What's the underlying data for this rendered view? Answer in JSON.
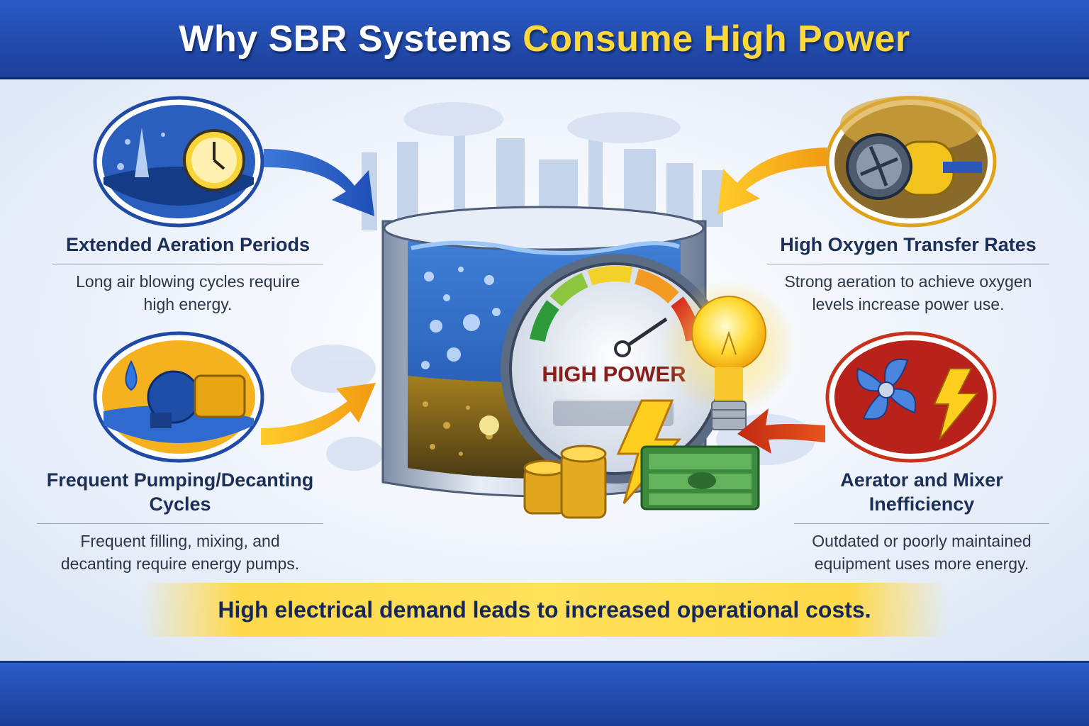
{
  "title": {
    "part1": "Why SBR Systems ",
    "part2": "Consume High Power"
  },
  "gauge_label": "HIGH POWER",
  "factors": [
    {
      "title": "Extended Aeration Periods",
      "description": "Long air blowing cycles require high energy.",
      "icon": "clock-aeration-icon"
    },
    {
      "title": "High Oxygen Transfer Rates",
      "description": "Strong aeration to achieve oxygen levels increase power use.",
      "icon": "blower-turbine-icon"
    },
    {
      "title": "Frequent Pumping/Decanting Cycles",
      "description": "Frequent filling, mixing, and decanting require energy pumps.",
      "icon": "water-pump-icon"
    },
    {
      "title": "Aerator and Mixer Inefficiency",
      "description": "Outdated or poorly maintained equipment uses more energy.",
      "icon": "mixer-fan-lightning-icon"
    }
  ],
  "conclusion": "High electrical demand leads to increased operational costs.",
  "colors": {
    "header_blue": "#1f47a8",
    "accent_yellow": "#ffd83a",
    "text_dark": "#1c2f56"
  }
}
